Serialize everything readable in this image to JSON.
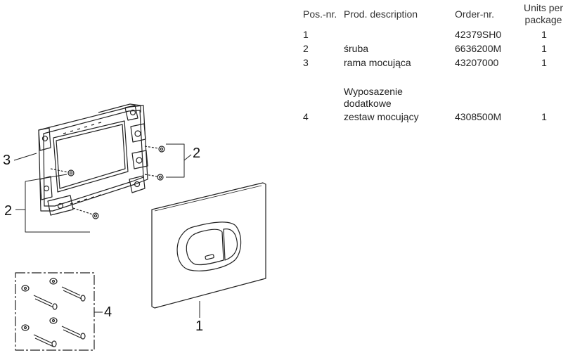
{
  "parts_table": {
    "headers": {
      "pos": "Pos.-nr.",
      "description": "Prod. description",
      "order": "Order-nr.",
      "units_line1": "Units per",
      "units_line2": "package"
    },
    "rows": [
      {
        "pos": "1",
        "description": "",
        "order": "42379SH0",
        "units": "1"
      },
      {
        "pos": "2",
        "description": "śruba",
        "order": "6636200M",
        "units": "1"
      },
      {
        "pos": "3",
        "description": "rama mocująca",
        "order": "43207000",
        "units": "1"
      }
    ],
    "accessories_heading_line1": "Wyposazenie",
    "accessories_heading_line2": "dodatkowe",
    "accessory_rows": [
      {
        "pos": "4",
        "description": "zestaw mocujący",
        "order": "4308500M",
        "units": "1"
      }
    ]
  },
  "callouts": {
    "frame": "3",
    "screws_right": "2",
    "screws_left": "2",
    "fixing_kit": "4",
    "plate": "1"
  }
}
